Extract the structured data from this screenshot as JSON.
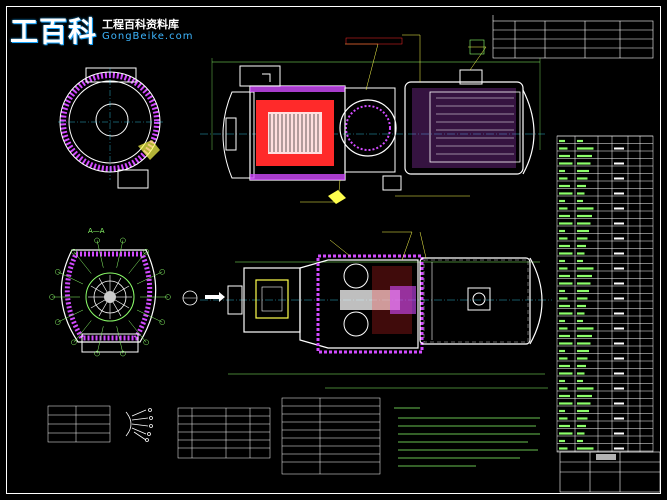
{
  "watermark": {
    "mark": "工百科",
    "title": "工程百科资料库",
    "url": "GongBeike.com"
  },
  "views": {
    "section_label": "A—A"
  },
  "colors": {
    "background": "#000000",
    "frame": "#ffffff",
    "outline": "#ffffff",
    "dimension": "#8cff6a",
    "annotation": "#ffff4d",
    "hatch": "#d24bff",
    "motor": "#ff2a2a",
    "cyan": "#38e0ff",
    "logo_blue": "#1aa7ff"
  },
  "icons": [
    "logo-icon",
    "wiring-symbol-icon"
  ]
}
